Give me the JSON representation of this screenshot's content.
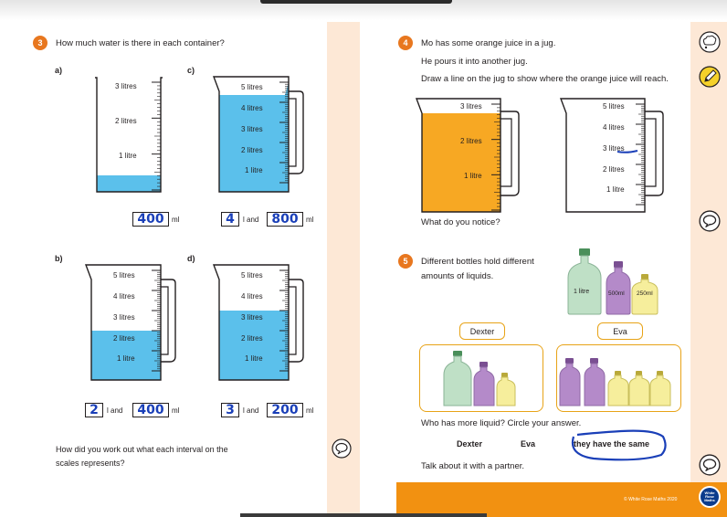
{
  "q3": {
    "number": "3",
    "question": "How much water is there in each container?",
    "parts": {
      "a": {
        "label": "a)",
        "scale": [
          "3 litres",
          "2 litres",
          "1 litre"
        ],
        "level_fraction": 0.1,
        "answer_ml": "400",
        "unit_ml": "ml"
      },
      "b": {
        "label": "b)",
        "scale": [
          "5 litres",
          "4 litres",
          "3 litres",
          "2 litres",
          "1 litre"
        ],
        "level_fraction": 0.5,
        "answer_l": "2",
        "and": "l and",
        "answer_ml": "400",
        "unit_ml": "ml"
      },
      "c": {
        "label": "c)",
        "scale": [
          "5 litres",
          "4 litres",
          "3 litres",
          "2 litres",
          "1 litre"
        ],
        "level_fraction": 0.96,
        "answer_l": "4",
        "and": "l and",
        "answer_ml": "800",
        "unit_ml": "ml"
      },
      "d": {
        "label": "d)",
        "scale": [
          "5 litres",
          "4 litres",
          "3 litres",
          "2 litres",
          "1 litre"
        ],
        "level_fraction": 0.64,
        "answer_l": "3",
        "and": "l and",
        "answer_ml": "200",
        "unit_ml": "ml"
      }
    },
    "followup_line1": "How did you work out what each interval on the",
    "followup_line2": "scales represents?"
  },
  "q4": {
    "number": "4",
    "line1": "Mo has some orange juice in a jug.",
    "line2": "He pours it into another jug.",
    "line3": "Draw a line on the jug to show where the orange juice will reach.",
    "jug1_scale": [
      "3 litres",
      "2 litres",
      "1 litre"
    ],
    "jug1_level_fraction": 0.92,
    "jug2_scale": [
      "5 litres",
      "4 litres",
      "3 litres",
      "2 litres",
      "1 litre"
    ],
    "jug2_drawn_line_litres": 2.75,
    "notice": "What do you notice?"
  },
  "q5": {
    "number": "5",
    "line1": "Different bottles hold different",
    "line2": "amounts of liquids.",
    "bottles": [
      "1 litre",
      "500ml",
      "250ml"
    ],
    "names": [
      "Dexter",
      "Eva"
    ],
    "who_more": "Who has more liquid? Circle your answer.",
    "options": [
      "Dexter",
      "Eva",
      "they have the same"
    ],
    "circled_option": "they have the same",
    "talk": "Talk about it with a partner."
  },
  "footer": {
    "copyright": "© White Rose Maths 2020",
    "logo": "White Rose Maths"
  },
  "colors": {
    "water": "#5bc0eb",
    "juice": "#f7a823",
    "accent": "#e8771f",
    "ink": "#1a3fb8",
    "green_bottle": "#bfe0c6",
    "purple_bottle": "#b48ac9",
    "yellow_bottle": "#f6ee9c"
  },
  "icons": [
    "discussion-bubble-icon",
    "pencil-task-icon",
    "thinking-cloud-icon"
  ]
}
